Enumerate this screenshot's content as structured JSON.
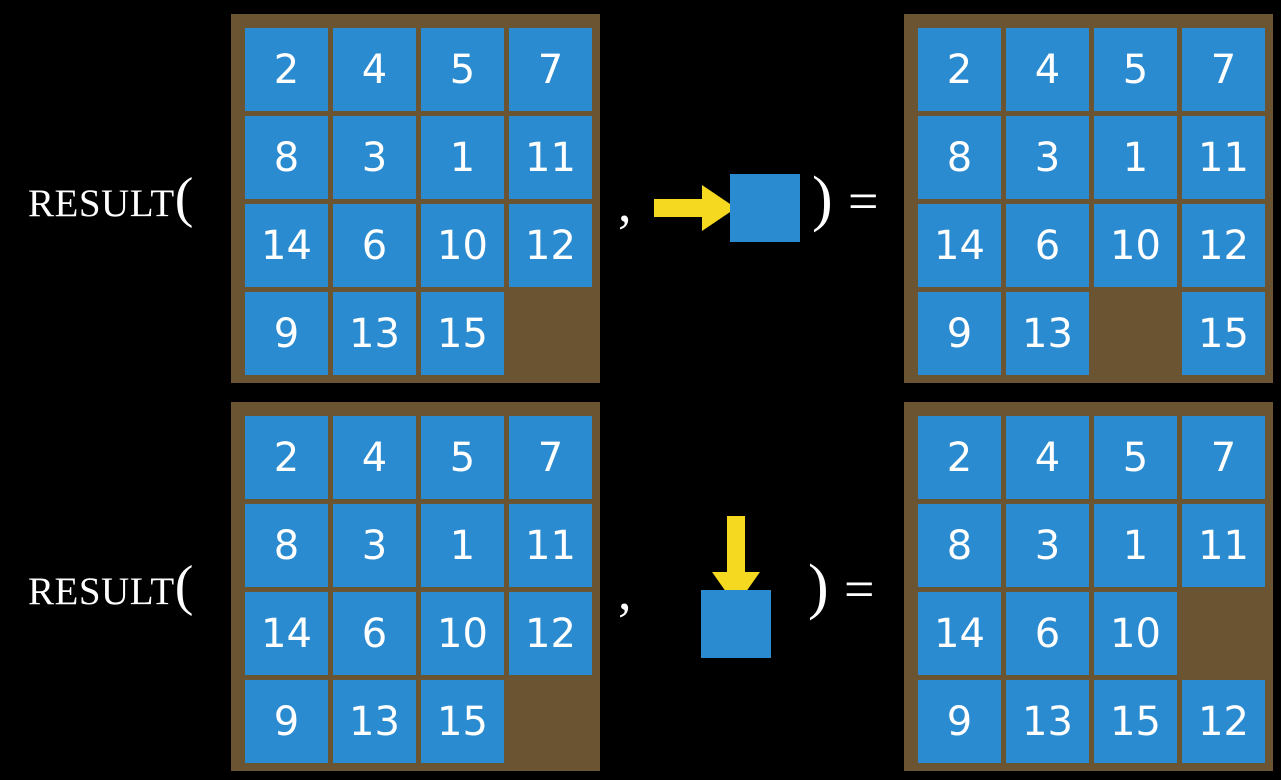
{
  "page": {
    "background_color": "#000000",
    "board_frame_color": "#6B5431",
    "tile_color": "#2A8BD0",
    "tile_text_color": "#FFFFFF",
    "arrow_color": "#F5D820",
    "text_color": "#FFFFFF"
  },
  "rows": [
    {
      "label": "Result(",
      "comma": ",",
      "close_paren": ")",
      "equals": "=",
      "operator": {
        "name": "move-right-arrow",
        "direction": "right",
        "glyph": "→"
      },
      "input_board": {
        "name": "input-board-row-1",
        "tiles": [
          [
            "2",
            "4",
            "5",
            "7"
          ],
          [
            "8",
            "3",
            "1",
            "11"
          ],
          [
            "14",
            "6",
            "10",
            "12"
          ],
          [
            "9",
            "13",
            "15",
            ""
          ]
        ]
      },
      "output_board": {
        "name": "output-board-row-1",
        "tiles": [
          [
            "2",
            "4",
            "5",
            "7"
          ],
          [
            "8",
            "3",
            "1",
            "11"
          ],
          [
            "14",
            "6",
            "10",
            "12"
          ],
          [
            "9",
            "13",
            "",
            "15"
          ]
        ]
      }
    },
    {
      "label": "Result(",
      "comma": ",",
      "close_paren": ")",
      "equals": "=",
      "operator": {
        "name": "move-down-arrow",
        "direction": "down",
        "glyph": "↓"
      },
      "input_board": {
        "name": "input-board-row-2",
        "tiles": [
          [
            "2",
            "4",
            "5",
            "7"
          ],
          [
            "8",
            "3",
            "1",
            "11"
          ],
          [
            "14",
            "6",
            "10",
            "12"
          ],
          [
            "9",
            "13",
            "15",
            ""
          ]
        ]
      },
      "output_board": {
        "name": "output-board-row-2",
        "tiles": [
          [
            "2",
            "4",
            "5",
            "7"
          ],
          [
            "8",
            "3",
            "1",
            "11"
          ],
          [
            "14",
            "6",
            "10",
            ""
          ],
          [
            "9",
            "13",
            "15",
            "12"
          ]
        ]
      }
    }
  ]
}
